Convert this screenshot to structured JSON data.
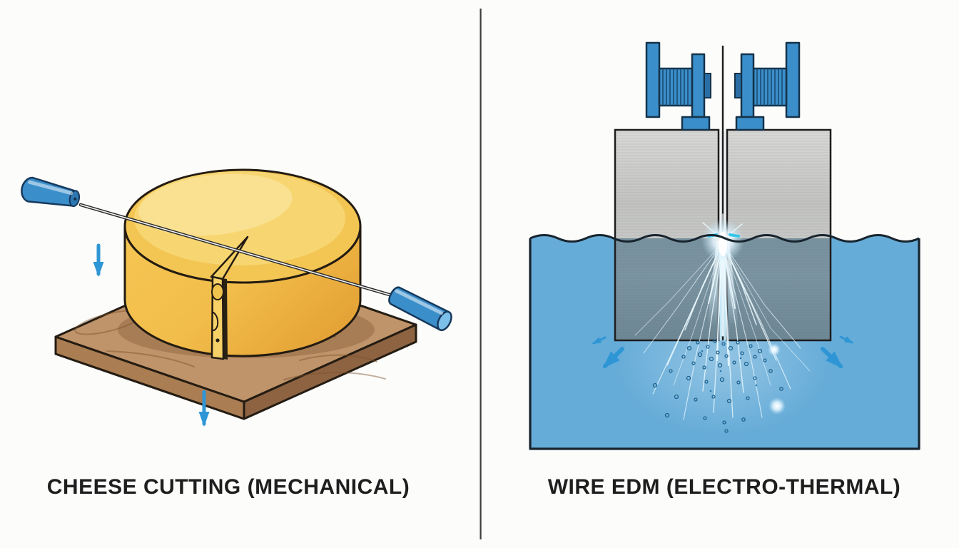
{
  "figure": {
    "background_color": "#fcfcfb",
    "divider_color": "#3e3e3e",
    "accent_blue": "#3a8fcb",
    "arrow_blue": "#2f96d6",
    "left_panel": {
      "caption": "CHEESE CUTTING (MECHANICAL)",
      "cheese_color": "#f5cd5d",
      "cheese_cut_face_color": "#f3cf62",
      "board_color": "#c0946a",
      "handle_color": "#3a8fcb",
      "elements": [
        "wire-handle-upper",
        "cutting-wire",
        "cheese-wheel",
        "cut-notch",
        "cutting-board",
        "downward-force-arrow",
        "board-reaction-arrow"
      ]
    },
    "right_panel": {
      "caption": "WIRE EDM (ELECTRO-THERMAL)",
      "water_color": "#66acd8",
      "metal_color": "#c6c8c6",
      "spark_color": "#ecfaff",
      "elements": [
        "wire-spool-left",
        "wire-spool-right",
        "edm-wire",
        "workpiece-left-block",
        "workpiece-right-block",
        "dielectric-tank",
        "water-surface",
        "spark-burst",
        "debris-particles",
        "flush-arrows"
      ]
    }
  }
}
